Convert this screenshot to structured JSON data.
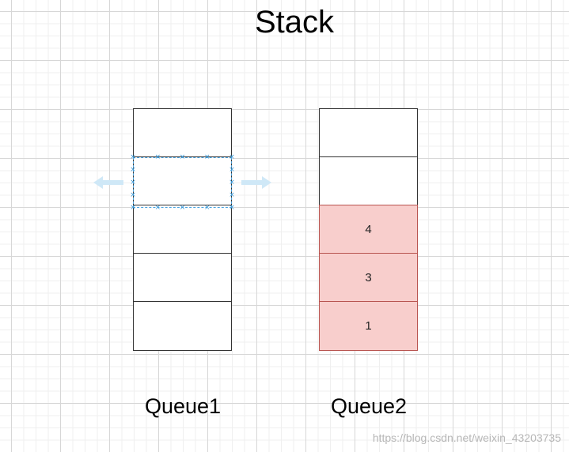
{
  "diagram": {
    "title": "Stack",
    "queue1": {
      "label": "Queue1",
      "cells": [
        "",
        "",
        "",
        "",
        ""
      ],
      "selected_cell_index": 1
    },
    "queue2": {
      "label": "Queue2",
      "cells": [
        "",
        "",
        "4",
        "3",
        "1"
      ],
      "filled_from_index": 2
    }
  },
  "colors": {
    "fill": "#f8cecc",
    "fill_border": "#b85450",
    "selection": "#4aa3df",
    "arrow": "#cfe8f7"
  },
  "icons": {
    "move_left": "arrow-left-icon",
    "move_right": "arrow-right-icon"
  },
  "watermark": "https://blog.csdn.net/weixin_43203735"
}
